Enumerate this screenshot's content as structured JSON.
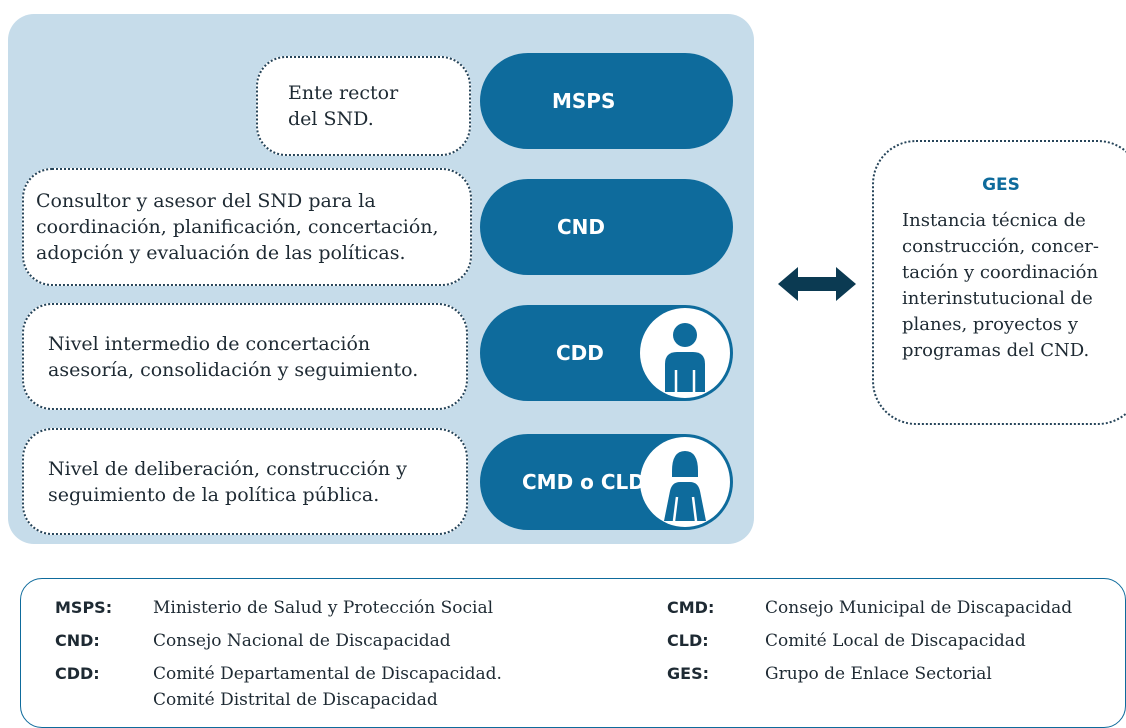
{
  "levels": [
    {
      "acronym": "MSPS",
      "description": [
        "Ente rector",
        "del SND."
      ]
    },
    {
      "acronym": "CND",
      "description": [
        "Consultor y asesor del SND para la",
        "coordinación, planificación, concertación,",
        "adopción y evaluación de las políticas."
      ]
    },
    {
      "acronym": "CDD",
      "description": [
        "Nivel intermedio de concertación",
        "asesoría, consolidación y seguimiento."
      ],
      "icon": "male-person-icon"
    },
    {
      "acronym": "CMD o CLD",
      "description": [
        "Nivel de deliberación, construcción y",
        "seguimiento de la política pública."
      ],
      "icon": "female-person-icon"
    }
  ],
  "ges": {
    "title": "GES",
    "description": [
      "Instancia técnica de",
      "construcción, concer-",
      "tación y coordinación",
      "interinstutucional de",
      "planes, proyectos y",
      "programas del CND."
    ]
  },
  "connector_icon": "double-arrow-icon",
  "legend": {
    "left": [
      {
        "abbr": "MSPS:",
        "meaning": [
          "Ministerio de Salud y Protección Social"
        ]
      },
      {
        "abbr": "CND:",
        "meaning": [
          "Consejo Nacional de Discapacidad"
        ]
      },
      {
        "abbr": "CDD:",
        "meaning": [
          "Comité Departamental de Discapacidad.",
          "Comité Distrital de Discapacidad"
        ]
      }
    ],
    "right": [
      {
        "abbr": "CMD:",
        "meaning": [
          "Consejo Municipal de Discapacidad"
        ]
      },
      {
        "abbr": "CLD:",
        "meaning": [
          "Comité Local de Discapacidad"
        ]
      },
      {
        "abbr": "GES:",
        "meaning": [
          "Grupo de Enlace Sectorial"
        ]
      }
    ]
  },
  "colors": {
    "panel": "#c6dcea",
    "pill": "#0e6b9c",
    "text": "#1e2a33",
    "border": "#27455a"
  }
}
